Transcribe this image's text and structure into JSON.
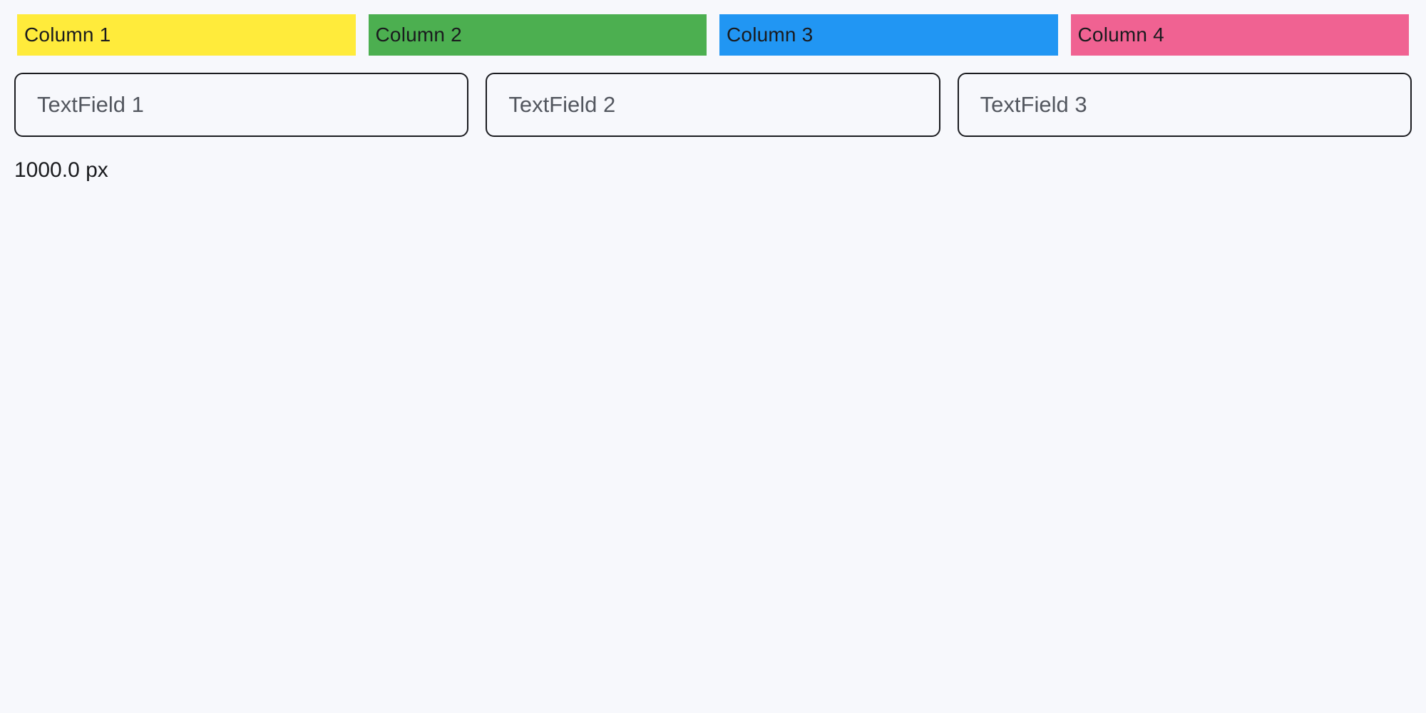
{
  "page": {
    "background_color": "#F7F8FC",
    "width_label": "1000.0 px",
    "text_color": "#1A1B1E"
  },
  "header": {
    "columns": [
      {
        "label": "Column 1",
        "color": "#FFEB3B"
      },
      {
        "label": "Column 2",
        "color": "#4CAF50"
      },
      {
        "label": "Column 3",
        "color": "#2196F3"
      },
      {
        "label": "Column 4",
        "color": "#F06292"
      }
    ]
  },
  "fields": {
    "border_color": "#1B1C20",
    "placeholder_color": "#53575F",
    "items": [
      {
        "value": "",
        "placeholder": "TextField 1"
      },
      {
        "value": "",
        "placeholder": "TextField 2"
      },
      {
        "value": "",
        "placeholder": "TextField 3"
      }
    ]
  }
}
